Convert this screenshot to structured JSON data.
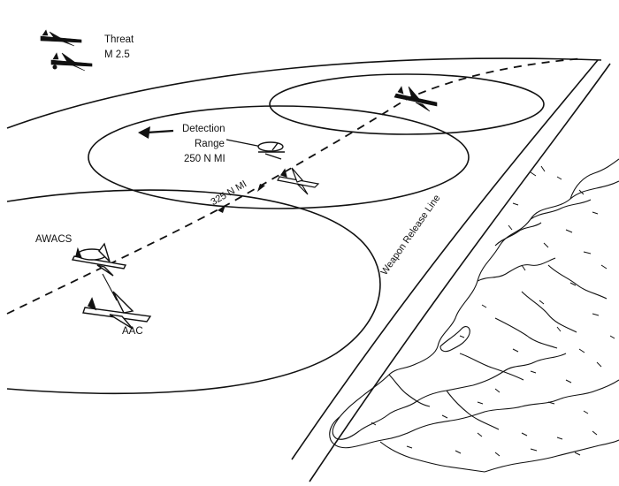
{
  "legend": {
    "threat": "Threat",
    "speed": "M  2.5"
  },
  "labels": {
    "detection_line1": "Detection",
    "detection_line2": "Range",
    "detection_line3": "250 N MI",
    "range_325": "325 N MI",
    "awacs": "AWACS",
    "aac": "AAC",
    "weapon_release_line": "Weapon Release Line"
  },
  "colors": {
    "ink": "#111111",
    "background": "#ffffff"
  }
}
